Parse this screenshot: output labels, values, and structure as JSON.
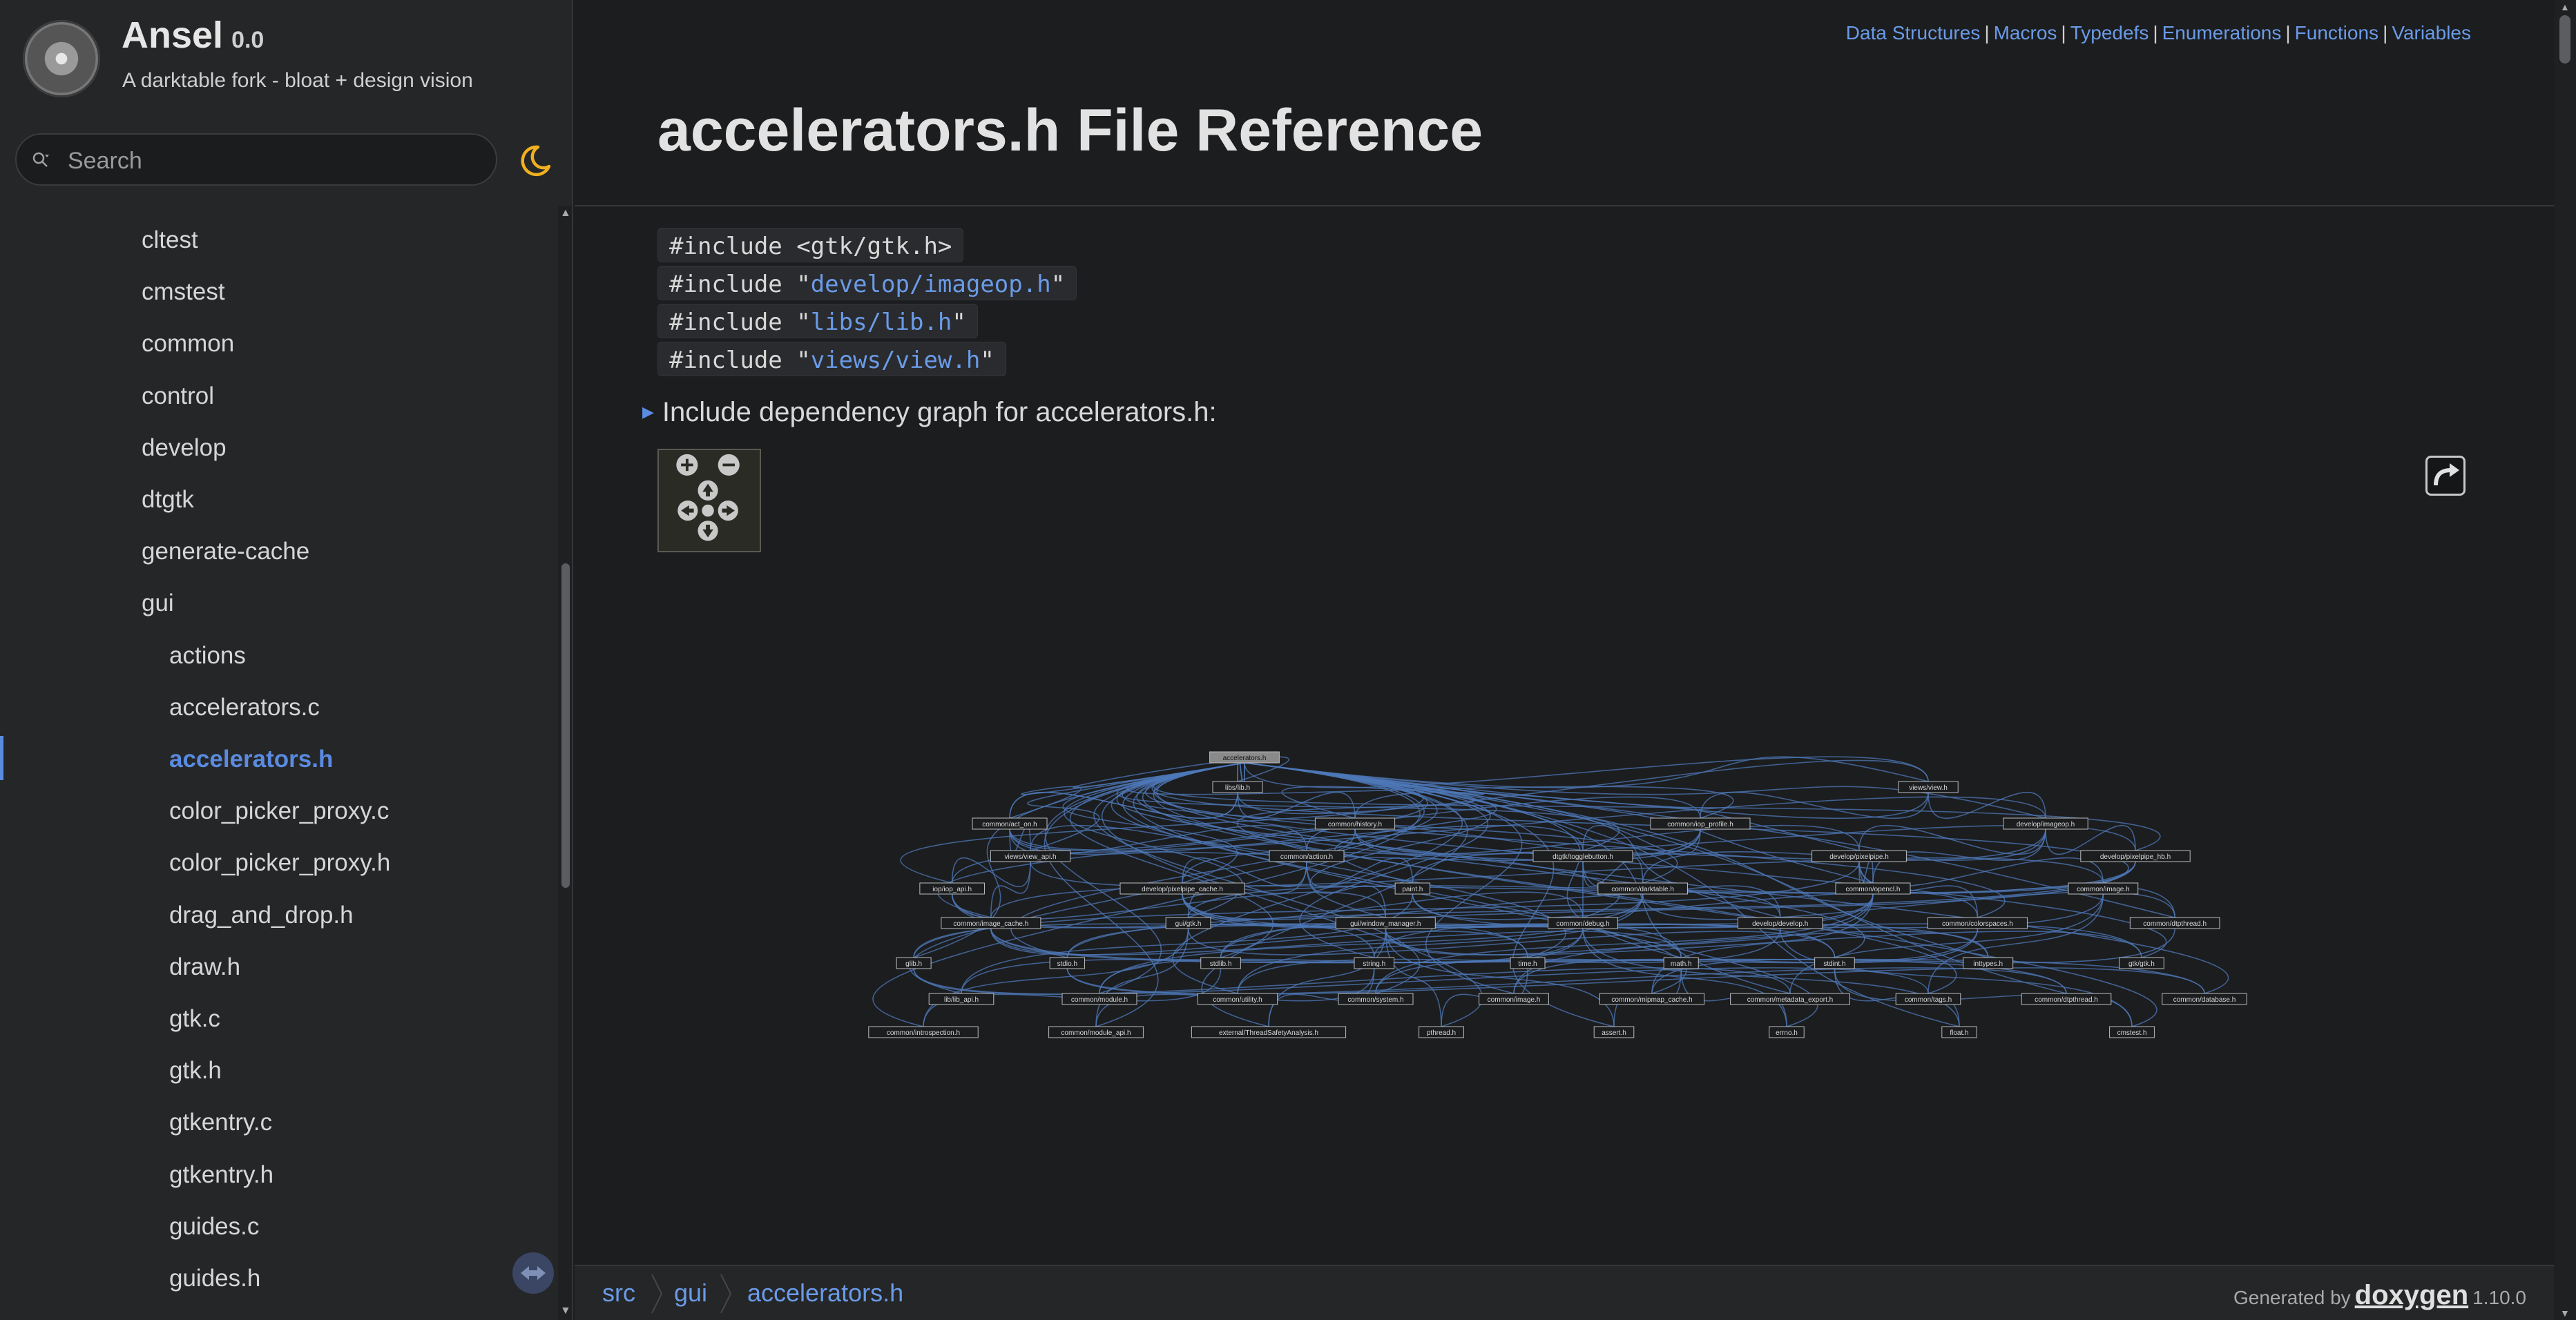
{
  "project": {
    "name": "Ansel",
    "number": "0.0",
    "brief": "A darktable fork - bloat + design vision"
  },
  "search": {
    "placeholder": "Search"
  },
  "nav": {
    "items": [
      {
        "label": "cltest",
        "level": 0
      },
      {
        "label": "cmstest",
        "level": 0
      },
      {
        "label": "common",
        "level": 0
      },
      {
        "label": "control",
        "level": 0
      },
      {
        "label": "develop",
        "level": 0
      },
      {
        "label": "dtgtk",
        "level": 0
      },
      {
        "label": "generate-cache",
        "level": 0
      },
      {
        "label": "gui",
        "level": 0
      },
      {
        "label": "actions",
        "level": 1
      },
      {
        "label": "accelerators.c",
        "level": 1
      },
      {
        "label": "accelerators.h",
        "level": 1,
        "active": true
      },
      {
        "label": "color_picker_proxy.c",
        "level": 1
      },
      {
        "label": "color_picker_proxy.h",
        "level": 1
      },
      {
        "label": "drag_and_drop.h",
        "level": 1
      },
      {
        "label": "draw.h",
        "level": 1
      },
      {
        "label": "gtk.c",
        "level": 1
      },
      {
        "label": "gtk.h",
        "level": 1
      },
      {
        "label": "gtkentry.c",
        "level": 1
      },
      {
        "label": "gtkentry.h",
        "level": 1
      },
      {
        "label": "guides.c",
        "level": 1
      },
      {
        "label": "guides.h",
        "level": 1
      }
    ]
  },
  "quick_index": [
    "Data Structures",
    "Macros",
    "Typedefs",
    "Enumerations",
    "Functions",
    "Variables"
  ],
  "title": "accelerators.h File Reference",
  "includes": [
    {
      "pre": "#include <gtk/gtk.h>",
      "file": "",
      "post": ""
    },
    {
      "pre": "#include \"",
      "file": "develop/imageop.h",
      "post": "\""
    },
    {
      "pre": "#include \"",
      "file": "libs/lib.h",
      "post": "\""
    },
    {
      "pre": "#include \"",
      "file": "views/view.h",
      "post": "\""
    }
  ],
  "dep_graph": {
    "label": "Include dependency graph for accelerators.h:",
    "nodes": [
      "accelerators.h",
      "libs/lib.h",
      "views/view.h",
      "common/act_on.h",
      "common/history.h",
      "common/iop_profile.h",
      "develop/imageop.h",
      "views/view_api.h",
      "common/action.h",
      "dtgtk/togglebutton.h",
      "develop/pixelpipe.h",
      "develop/pixelpipe_hb.h",
      "iop/iop_api.h",
      "develop/pixelpipe_cache.h",
      "paint.h",
      "common/darktable.h",
      "common/opencl.h",
      "common/image.h",
      "common/image_cache.h",
      "gui/gtk.h",
      "gui/window_manager.h",
      "common/debug.h",
      "develop/develop.h",
      "common/colorspaces.h",
      "common/dtpthread.h",
      "glib.h",
      "stdio.h",
      "stdlib.h",
      "string.h",
      "time.h",
      "math.h",
      "stdint.h",
      "inttypes.h",
      "gtk/gtk.h",
      "lib/lib_api.h",
      "common/module.h",
      "common/utility.h",
      "common/system.h",
      "common/image.h",
      "common/mipmap_cache.h",
      "common/metadata_export.h",
      "common/tags.h",
      "common/dtpthread.h",
      "common/database.h",
      "common/introspection.h",
      "common/module_api.h",
      "external/ThreadSafetyAnalysis.h",
      "pthread.h",
      "assert.h",
      "errno.h",
      "float.h",
      "cmstest.h"
    ]
  },
  "breadcrumbs": [
    "src",
    "gui",
    "accelerators.h"
  ],
  "footer": {
    "generated_by": "Generated by",
    "tool": "doxygen",
    "version": "1.10.0"
  },
  "colors": {
    "accent": "#5a8be0",
    "link": "#6a9be8",
    "background": "#1c1d1f",
    "sidebar": "#252628"
  }
}
